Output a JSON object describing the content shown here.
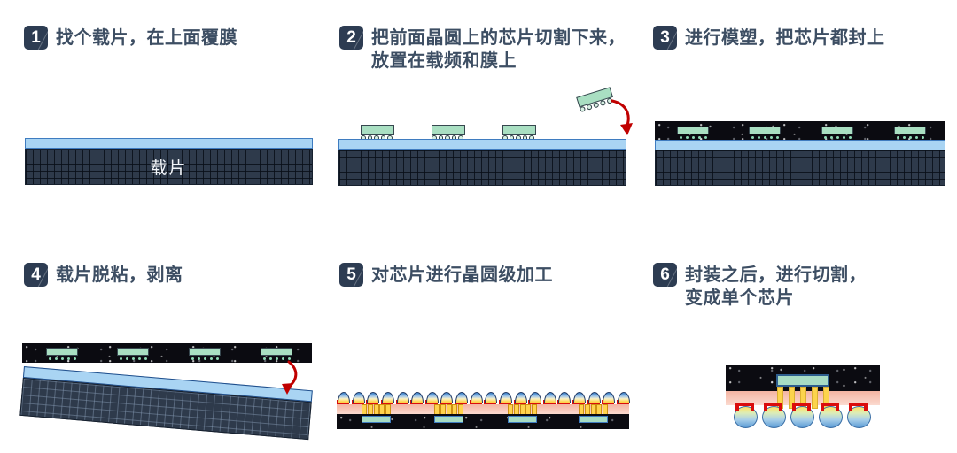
{
  "steps": [
    {
      "number": "1",
      "line1": "找个载片，在上面覆膜",
      "line2": ""
    },
    {
      "number": "2",
      "line1": "把前面晶圆上的芯片切割下来，",
      "line2": "放置在载频和膜上"
    },
    {
      "number": "3",
      "line1": "进行模塑，把芯片都封上",
      "line2": ""
    },
    {
      "number": "4",
      "line1": "载片脱粘，剥离",
      "line2": ""
    },
    {
      "number": "5",
      "line1": "对芯片进行晶圆级加工",
      "line2": ""
    },
    {
      "number": "6",
      "line1": "封装之后，进行切割，",
      "line2": "变成单个芯片"
    }
  ],
  "labels": {
    "carrier": "载片"
  },
  "colors": {
    "badge_bg": "#2d3c52",
    "title_text": "#3d4e63",
    "film": "#a9d4f3",
    "film_border": "#3f7cc0",
    "carrier_bg": "#2e3a4b",
    "mold_bg": "#0b0b11",
    "chip_green": "#a9dfc2",
    "chip_border": "#37474f",
    "rdl_pink": "#f6c3b4",
    "pillar_yellow": "#ffd34d",
    "pad_red": "#da0d0d",
    "ball_blue": "#5b9bd5",
    "arrow_red": "#c00000"
  },
  "diagram": {
    "step2": {
      "placed_chip_count": 3,
      "bump_count": 5
    },
    "step3": {
      "embedded_chip_count": 4,
      "dot_count": 5
    },
    "step4": {
      "embedded_chip_count": 4,
      "dot_count": 5
    },
    "step5": {
      "ball_count": 20,
      "chip_count": 4,
      "pillars_per_chip": 5
    },
    "step6": {
      "ball_count": 5,
      "pillar_count": 5
    }
  }
}
